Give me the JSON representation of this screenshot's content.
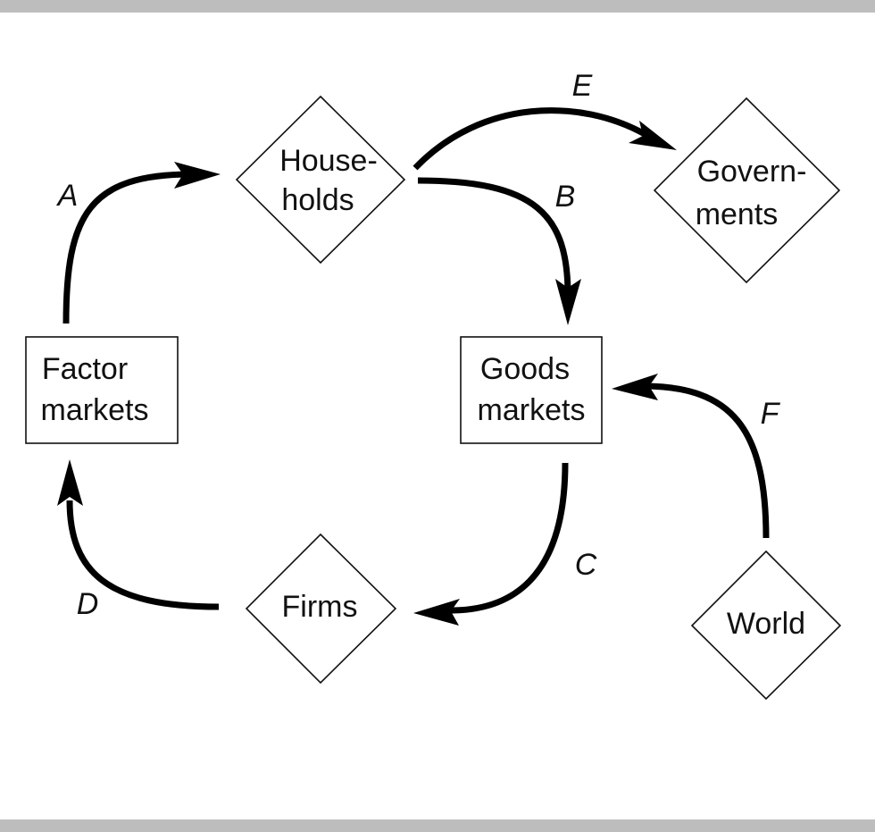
{
  "colors": {
    "frame_bar": "#bdbdbd",
    "ink": "#000000",
    "background": "#ffffff"
  },
  "nodes": {
    "households": {
      "line1": "House-",
      "line2": "holds"
    },
    "governments": {
      "line1": "Govern-",
      "line2": "ments"
    },
    "factor_markets": {
      "line1": "Factor",
      "line2": "markets"
    },
    "goods_markets": {
      "line1": "Goods",
      "line2": "markets"
    },
    "firms": {
      "line1": "Firms"
    },
    "world": {
      "line1": "World"
    }
  },
  "flows": {
    "a": "A",
    "b": "B",
    "c": "C",
    "d": "D",
    "e": "E",
    "f": "F"
  }
}
